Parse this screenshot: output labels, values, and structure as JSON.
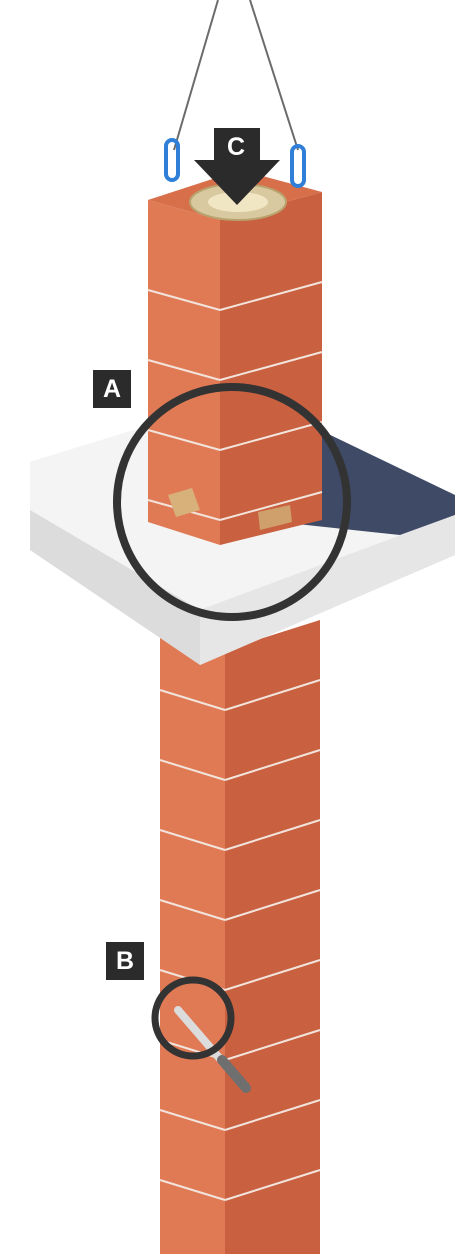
{
  "labels": {
    "a": "A",
    "b": "B",
    "c": "C"
  },
  "colors": {
    "brick_front": "#e07a55",
    "brick_side": "#c9603f",
    "mortar": "#f2e4dc",
    "slab_top": "#f4f4f4",
    "slab_side": "#dcdcdc",
    "shadow": "#3e4a66",
    "ring": "#333333",
    "arrow": "#2b2b2b",
    "clip": "#2f7fd8",
    "flue_liner": "#d9c9a0"
  }
}
